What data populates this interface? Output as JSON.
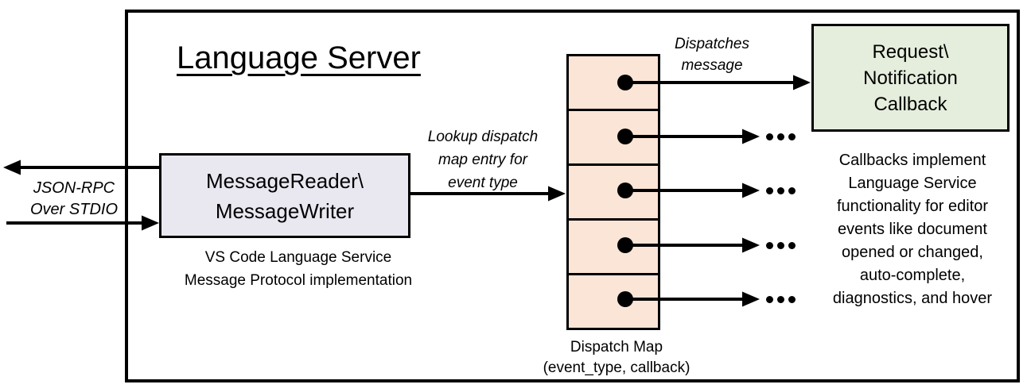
{
  "title": "Language Server",
  "colors": {
    "background": "#ffffff",
    "line": "#000000",
    "text": "#000000",
    "message_box_fill": "#e9e8f1",
    "dispatch_cell_fill": "#fbe5d6",
    "callback_box_fill": "#e5eedd"
  },
  "io_label": {
    "line1": "JSON-RPC",
    "line2": "Over STDIO"
  },
  "message_box": {
    "line1": "MessageReader\\",
    "line2": "MessageWriter",
    "caption_line1": "VS Code Language Service",
    "caption_line2": "Message Protocol implementation"
  },
  "lookup_label": {
    "line1": "Lookup dispatch",
    "line2": "map entry for",
    "line3": "event type"
  },
  "dispatch_map": {
    "row_count": 5,
    "caption_line1": "Dispatch Map",
    "caption_line2": "(event_type, callback)"
  },
  "dispatches_label": {
    "line1": "Dispatches",
    "line2": "message"
  },
  "callback_box": {
    "line1": "Request\\",
    "line2": "Notification",
    "line3": "Callback"
  },
  "callbacks_note": {
    "line1": "Callbacks implement",
    "line2": "Language Service",
    "line3": "functionality for editor",
    "line4": "events like document",
    "line5": "opened or changed,",
    "line6": "auto-complete,",
    "line7": "diagnostics, and hover"
  },
  "ellipsis": "..."
}
